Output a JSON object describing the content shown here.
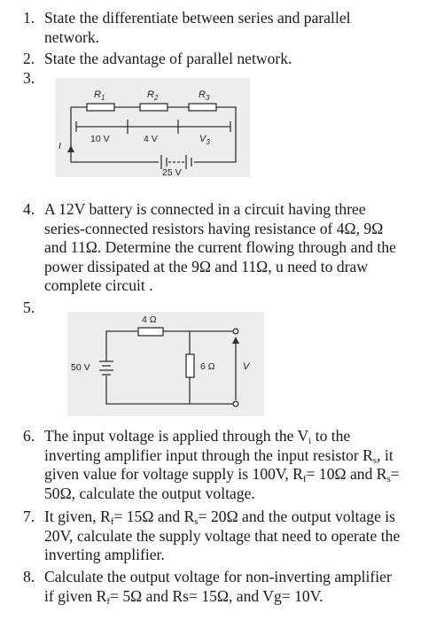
{
  "questions": [
    {
      "number": "1.",
      "lines": [
        "State the differentiate between series and parallel",
        "network."
      ]
    },
    {
      "number": "2.",
      "lines": [
        "State the advantage of parallel network."
      ]
    },
    {
      "number": "3.",
      "lines": []
    },
    {
      "number": "4.",
      "lines": [
        "A 12V battery is connected in a circuit having three",
        "series-connected resistors having resistance of 4Ω, 9Ω",
        "and 11Ω. Determine the current flowing through and the",
        "power dissipated at the 9Ω and 11Ω, u need to draw",
        "complete circuit ."
      ]
    },
    {
      "number": "5.",
      "lines": []
    },
    {
      "number": "6.",
      "lines": [
        "The input voltage is applied through the V",
        "inverting amplifier input through the input resistor R",
        "given value for voltage supply is 100V, R",
        "50Ω, calculate the output voltage."
      ]
    },
    {
      "number": "7.",
      "lines": [
        "It given, R",
        "20V, calculate the supply voltage that need to operate the",
        "inverting amplifier."
      ]
    },
    {
      "number": "8.",
      "lines": [
        "Calculate the output voltage for non-inverting amplifier",
        "if given R"
      ]
    }
  ],
  "q6_parts": {
    "l1_sub": "i",
    "l1_end": " to the",
    "l2_sub": "s",
    "l2_end": ", it",
    "l3_sub1": "f",
    "l3_mid": "= 10Ω and R",
    "l3_sub2": "s",
    "l3_end": "="
  },
  "q7_parts": {
    "l1_sub1": "f",
    "l1_mid": "= 15Ω and R",
    "l1_sub2": "s",
    "l1_end": "= 20Ω and the output voltage is"
  },
  "q8_parts": {
    "l2_sub": "f",
    "l2_end": "= 5Ω and Rs= 15Ω, and Vg= 10V."
  },
  "circuit3": {
    "r1": "R",
    "r1_sub": "1",
    "r2": "R",
    "r2_sub": "2",
    "r3": "R",
    "r3_sub": "3",
    "v1": "10 V",
    "v2": "4 V",
    "v3": "V",
    "v3_sub": "3",
    "current": "I",
    "source": "25 V"
  },
  "circuit5": {
    "r_series": "4 Ω",
    "source": "50 V",
    "r_shunt": "6 Ω",
    "v_out": "V"
  }
}
